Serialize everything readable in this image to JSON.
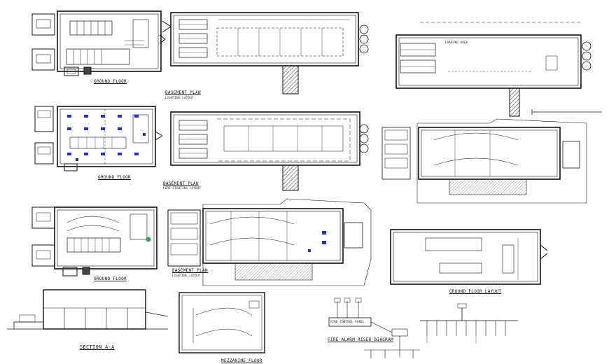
{
  "labels": {
    "ground_floor_1": "GROUND FLOOR",
    "ground_floor_2": "GROUND FLOOR",
    "ground_floor_3": "GROUND FLOOR",
    "basement_plan_1": "BASEMENT PLAN",
    "basement_sub_1": "LIGHTING LAYOUT",
    "basement_plan_2": "BASEMENT PLAN",
    "basement_sub_2": "FIRE FIGHTING LAYOUT",
    "basement_plan_3": "BASEMENT PLAN",
    "basement_sub_3": "LIGHTING LAYOUT",
    "ground_floor_layout": "GROUND FLOOR LAYOUT",
    "section_aa": "SECTION A-A",
    "fire_alarm_riser": "FIRE ALARM RISER DIAGRAM",
    "fire_control_panel": "FIRE CONTROL PANEL",
    "mezzanine_floor": "MEZZANINE FLOOR",
    "area_label": "LOADING AREA"
  },
  "colors": {
    "ink": "#111111",
    "fixture": "#1f2fd0",
    "accent_green": "#2aa84a",
    "hatch": "#444444"
  }
}
